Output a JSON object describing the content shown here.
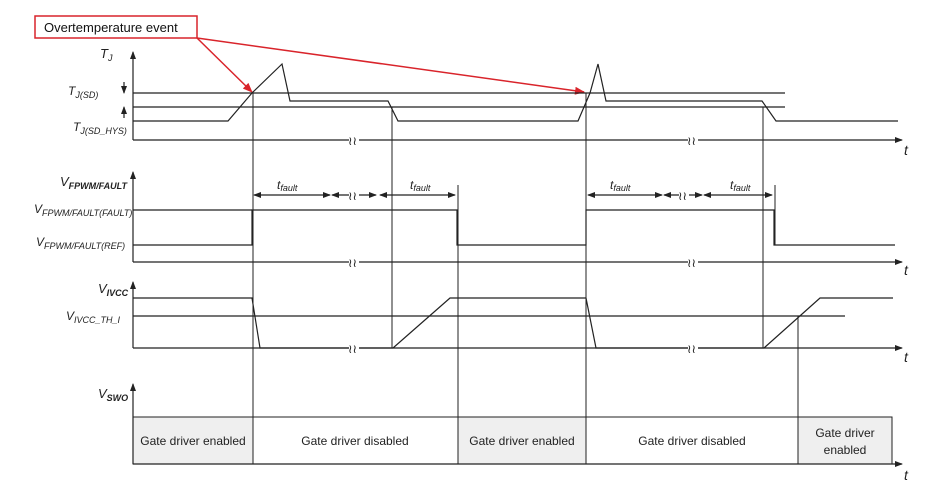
{
  "callout": {
    "label": "Overtemperature event",
    "color": "#d9242b"
  },
  "signals": {
    "tj": {
      "name": "T",
      "sub": "J"
    },
    "tj_sd": {
      "name": "T",
      "sub": "J(SD)"
    },
    "tj_hys": {
      "name": "T",
      "sub": "J(SD_HYS)"
    },
    "vfpwm": {
      "name": "V",
      "sub": "FPWM/FAULT"
    },
    "vfpwm_fault": {
      "name": "V",
      "sub": "FPWM/FAULT(FAULT)"
    },
    "vfpwm_ref": {
      "name": "V",
      "sub": "FPWM/FAULT(REF)"
    },
    "vivcc": {
      "name": "V",
      "sub": "IVCC"
    },
    "vivcc_th": {
      "name": "V",
      "sub": "IVCC_TH_I"
    },
    "vswo": {
      "name": "V",
      "sub": "SWO"
    }
  },
  "time_axis": {
    "label": "t",
    "break_mark": "≀≀"
  },
  "tfault": {
    "name": "t",
    "sub": "fault"
  },
  "states": [
    {
      "label_lines": [
        "Gate driver enabled"
      ],
      "shaded": true
    },
    {
      "label_lines": [
        "Gate driver disabled"
      ],
      "shaded": false
    },
    {
      "label_lines": [
        "Gate driver enabled"
      ],
      "shaded": true
    },
    {
      "label_lines": [
        "Gate driver disabled"
      ],
      "shaded": false
    },
    {
      "label_lines": [
        "Gate driver",
        "enabled"
      ],
      "shaded": true
    }
  ],
  "colors": {
    "line": "#222222",
    "shade": "#efefef",
    "callout": "#d9242b"
  }
}
